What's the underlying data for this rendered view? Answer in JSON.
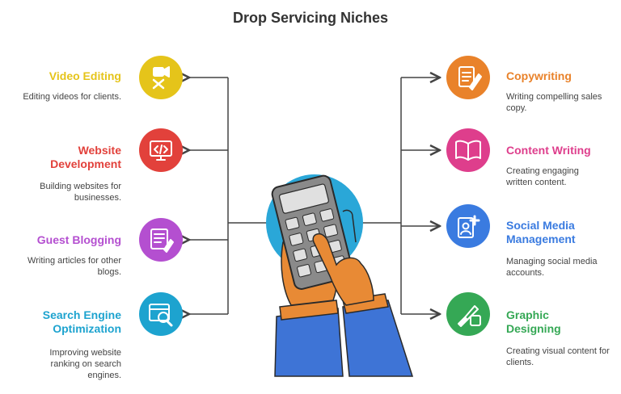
{
  "title": "Drop Servicing Niches",
  "left_items": [
    {
      "title": "Video Editing",
      "desc": "Editing videos for clients.",
      "color": "#E5C41A",
      "icon": "video-edit-icon"
    },
    {
      "title": "Website Development",
      "desc": "Building websites for businesses.",
      "color": "#E2413B",
      "icon": "web-dev-icon"
    },
    {
      "title": "Guest Blogging",
      "desc": "Writing articles for other blogs.",
      "color": "#B44FD0",
      "icon": "blog-writing-icon"
    },
    {
      "title": "Search Engine Optimization",
      "desc": "Improving website ranking on search engines.",
      "color": "#1DA3CF",
      "icon": "seo-search-icon"
    }
  ],
  "right_items": [
    {
      "title": "Copywriting",
      "desc": "Writing compelling sales copy.",
      "color": "#E9822A",
      "icon": "copywriting-icon"
    },
    {
      "title": "Content Writing",
      "desc": "Creating engaging written content.",
      "color": "#DE3E8C",
      "icon": "open-book-icon"
    },
    {
      "title": "Social Media Management",
      "desc": "Managing social media accounts.",
      "color": "#3A7BE0",
      "icon": "social-profile-icon"
    },
    {
      "title": "Graphic Designing",
      "desc": "Creating visual content for clients.",
      "color": "#35A855",
      "icon": "paint-brush-icon"
    }
  ],
  "center_icon": "hand-tapping-calculator-icon",
  "colors": {
    "connector": "#444444",
    "hub": "#2AA7D8",
    "hand": "#E88A35",
    "sleeve": "#3E74D6",
    "device": "#8A8A8A"
  }
}
